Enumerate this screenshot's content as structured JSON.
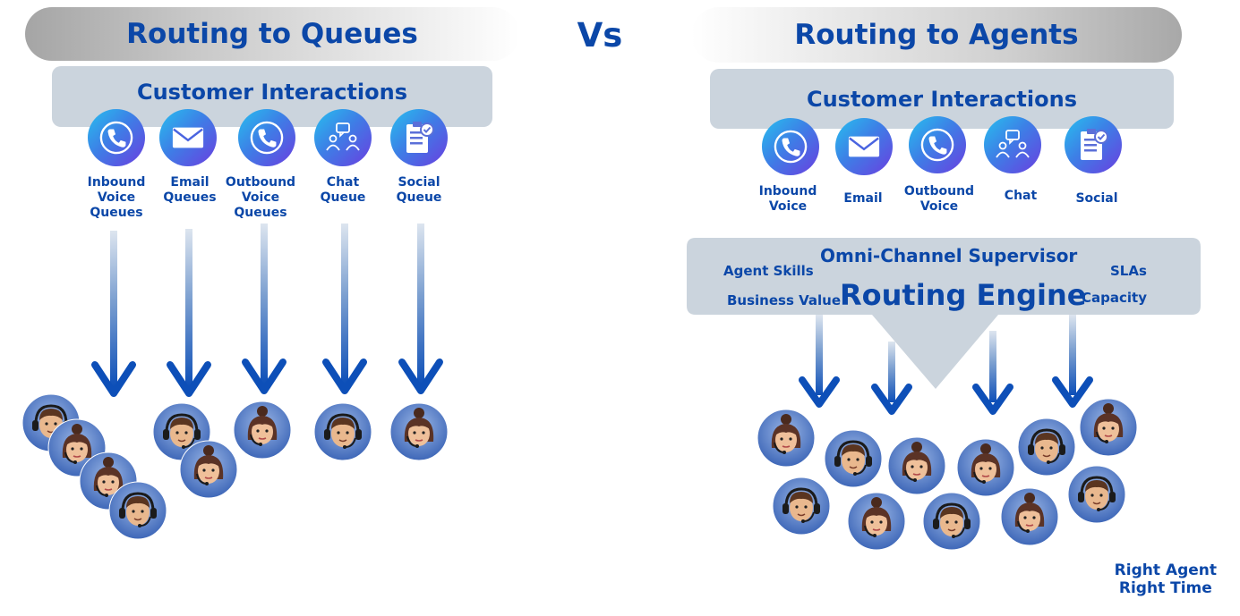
{
  "left": {
    "title": "Routing to Queues",
    "customer_interactions": "Customer Interactions",
    "channels": [
      {
        "icon": "phone-icon",
        "label": "Inbound\nVoice\nQueues"
      },
      {
        "icon": "email-icon",
        "label": "Email\nQueues"
      },
      {
        "icon": "phone-icon",
        "label": "Outbound\nVoice\nQueues"
      },
      {
        "icon": "chat-icon",
        "label": "Chat\nQueue"
      },
      {
        "icon": "social-icon",
        "label": "Social\nQueue"
      }
    ]
  },
  "vs": "Vs",
  "right": {
    "title": "Routing to Agents",
    "customer_interactions": "Customer Interactions",
    "channels": [
      {
        "icon": "phone-icon",
        "label": "Inbound\nVoice"
      },
      {
        "icon": "email-icon",
        "label": "Email"
      },
      {
        "icon": "phone-icon",
        "label": "Outbound\nVoice"
      },
      {
        "icon": "chat-icon",
        "label": "Chat"
      },
      {
        "icon": "social-icon",
        "label": "Social"
      }
    ],
    "engine": {
      "supervisor": "Omni-Channel Supervisor",
      "agent_skills": "Agent Skills",
      "slas": "SLAs",
      "business_value": "Business Value",
      "routing_engine": "Routing Engine",
      "capacity": "Capacity"
    }
  },
  "footer": {
    "line1": "Right Agent",
    "line2": "Right Time"
  },
  "colors": {
    "brand_blue": "#0b47a8",
    "panel_grey": "#cbd4dd",
    "agent_circle": "#4f79c7"
  }
}
